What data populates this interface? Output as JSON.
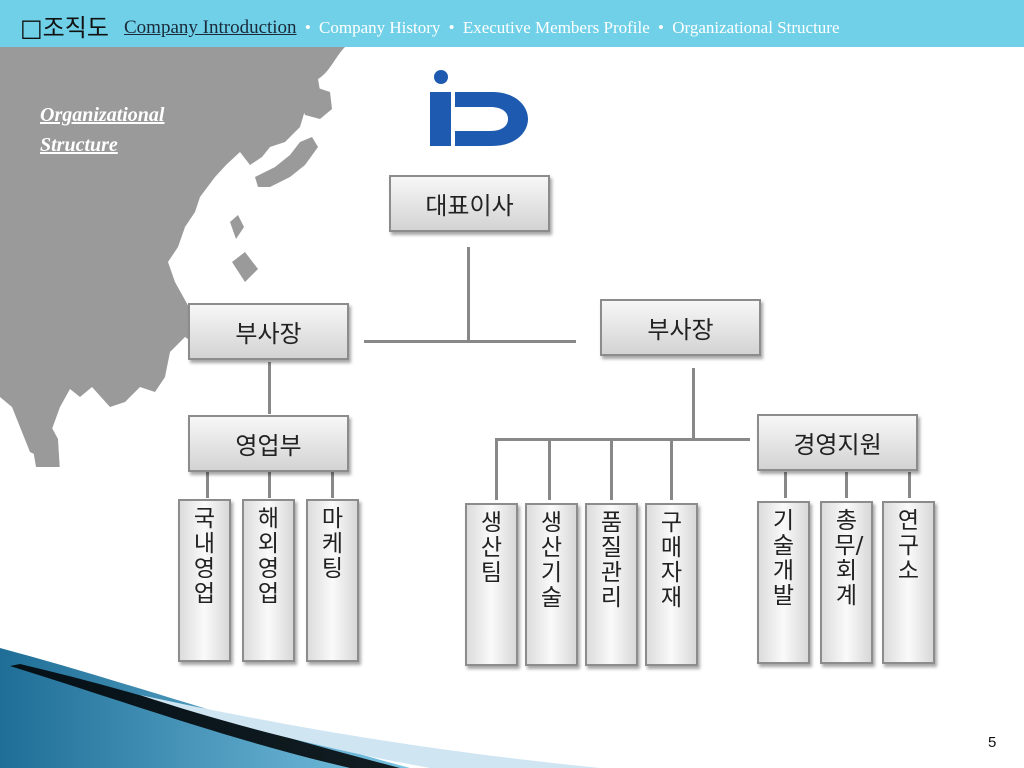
{
  "header": {
    "title": "□조직도",
    "nav": [
      "Company Introduction",
      "Company History",
      "Executive Members Profile",
      "Organizational Structure"
    ],
    "separator": "•"
  },
  "side_label": {
    "line1": "Organizational ",
    "line2": "Structure"
  },
  "logo": {
    "name": "iD logo",
    "color": "#1e5bb0"
  },
  "org": {
    "ceo": "대표이사",
    "vp_left": "부사장",
    "vp_right": "부사장",
    "sales_dept": "영업부",
    "mgmt_support": "경영지원",
    "sales_teams": [
      "국내영업",
      "해외영업",
      "마케팅"
    ],
    "production_teams": [
      "생산팀",
      "생산기술",
      "품질관리",
      "구매자재"
    ],
    "support_teams": [
      "기술개발",
      "총무/회계",
      "연구소"
    ]
  },
  "page_number": "5",
  "colors": {
    "header": "#6fd0e8",
    "map": "#9a9a9a",
    "box_border": "#8c8c8c"
  }
}
